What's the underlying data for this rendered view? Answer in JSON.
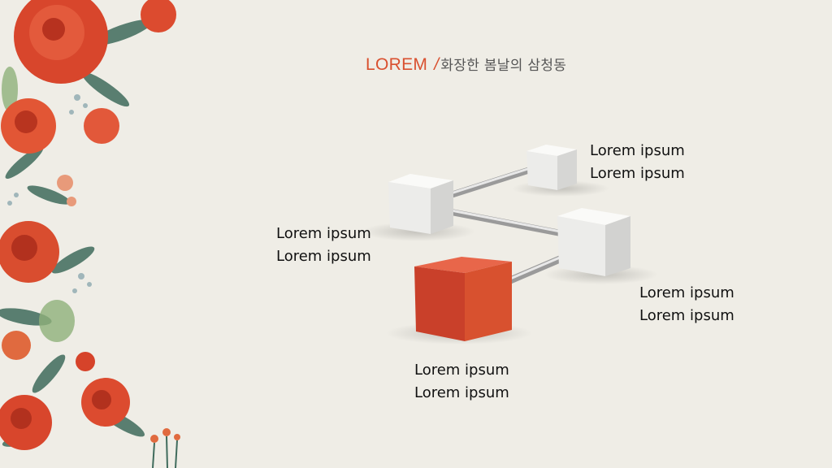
{
  "title": {
    "accent": "LOREM",
    "slash": "/",
    "subtitle": "화장한 봄날의 삼청동"
  },
  "nodes": [
    {
      "id": "top-right",
      "line1": "Lorem ipsum",
      "line2": "Lorem ipsum"
    },
    {
      "id": "left",
      "line1": "Lorem ipsum",
      "line2": "Lorem ipsum"
    },
    {
      "id": "right",
      "line1": "Lorem ipsum",
      "line2": "Lorem ipsum"
    },
    {
      "id": "bottom",
      "line1": "Lorem ipsum",
      "line2": "Lorem ipsum"
    }
  ],
  "colors": {
    "background": "#efede6",
    "accent": "#d9502f",
    "cube_light": "#f3f3f1",
    "cube_red": "#d14a2a"
  }
}
